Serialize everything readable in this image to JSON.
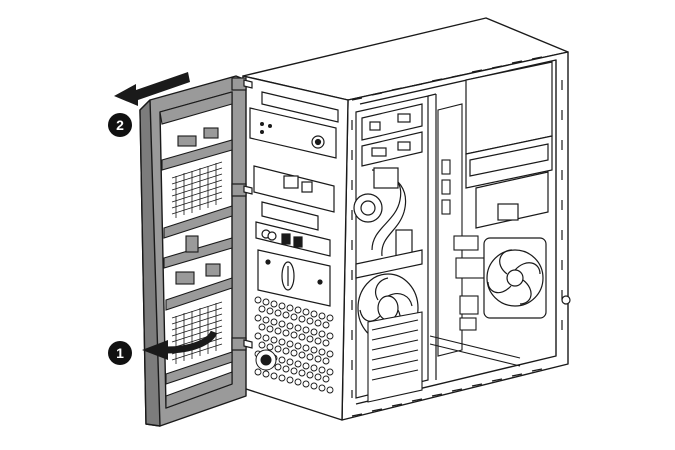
{
  "diagram": {
    "steps": [
      {
        "number": "1",
        "action": "swing-bezel-open"
      },
      {
        "number": "2",
        "action": "pull-bezel-away"
      }
    ],
    "colors": {
      "line": "#1a1a1a",
      "bezel_fill": "#9a9a9a",
      "bezel_shade": "#7c7c7c",
      "panel_fill": "#ffffff",
      "badge_fill": "#111111"
    }
  }
}
